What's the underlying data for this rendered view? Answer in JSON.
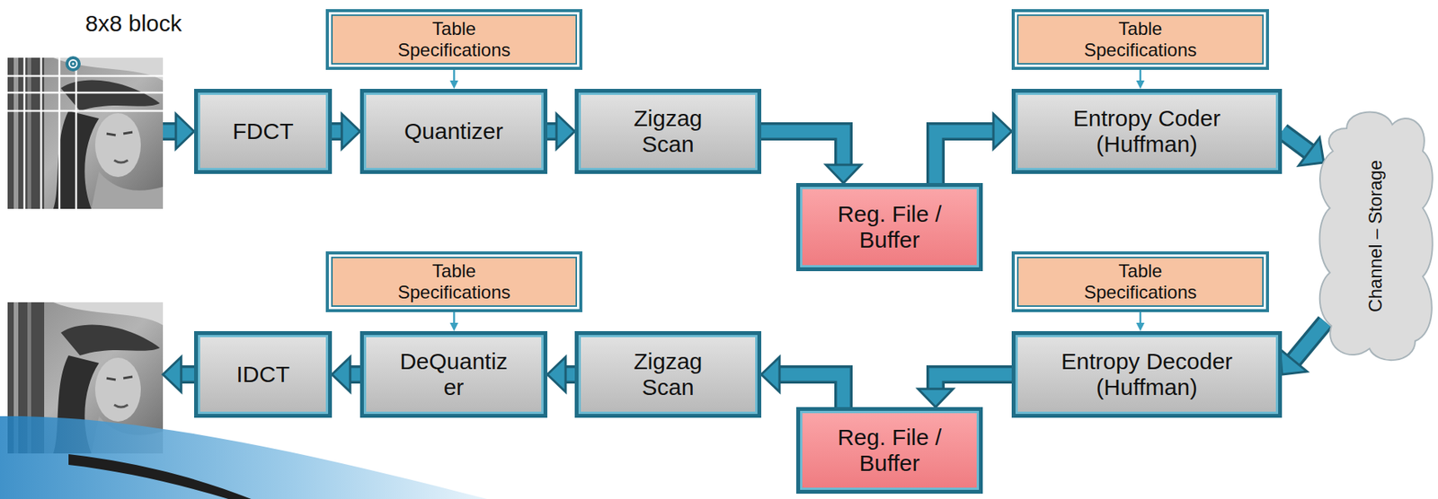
{
  "diagram": {
    "nodes": [
      {
        "text": [
          "Table Specifications"
        ]
      },
      {
        "text": [
          "Table Specifications"
        ]
      },
      {
        "text": [
          "FDCT"
        ]
      },
      {
        "text": [
          "Quantizer"
        ]
      },
      {
        "text": [
          "Zigzag Scan"
        ]
      },
      {
        "text": [
          "Reg. File / Buffer"
        ]
      },
      {
        "text": [
          "Entropy Coder (Huffman)"
        ]
      },
      {
        "text": [
          "Channel – Storage"
        ]
      },
      {
        "text": [
          "Table Specifications"
        ]
      },
      {
        "text": [
          "Table Specifications"
        ]
      },
      {
        "text": [
          "IDCT"
        ]
      },
      {
        "text": [
          "DeQuantiz er"
        ]
      },
      {
        "text": [
          "Zigzag Scan"
        ]
      },
      {
        "text": [
          "Entropy Decoder (Huffman)"
        ]
      },
      {
        "text": [
          "Reg. File / Buffer"
        ]
      }
    ],
    "edges": [
      {
        "from": 0,
        "to": 3,
        "arrow": "to"
      },
      {
        "from": 1,
        "to": 6,
        "arrow": "to"
      },
      {
        "from": 2,
        "to": 3,
        "arrow": "to"
      },
      {
        "from": 3,
        "to": 4,
        "arrow": "to"
      },
      {
        "from": 4,
        "to": 5,
        "arrow": "to"
      },
      {
        "from": 5,
        "to": 6,
        "arrow": "to"
      },
      {
        "from": 6,
        "to": 7,
        "arrow": "to"
      },
      {
        "from": 7,
        "to": 13,
        "arrow": "to"
      },
      {
        "from": 9,
        "to": 13,
        "arrow": "to"
      },
      {
        "from": 13,
        "to": 14,
        "arrow": "to"
      },
      {
        "from": 14,
        "to": 12,
        "arrow": "to"
      },
      {
        "from": 12,
        "to": 11,
        "arrow": "to"
      },
      {
        "from": 8,
        "to": 11,
        "arrow": "to"
      },
      {
        "from": 11,
        "to": 10,
        "arrow": "to"
      }
    ],
    "labels": [
      "8x8 block"
    ]
  }
}
